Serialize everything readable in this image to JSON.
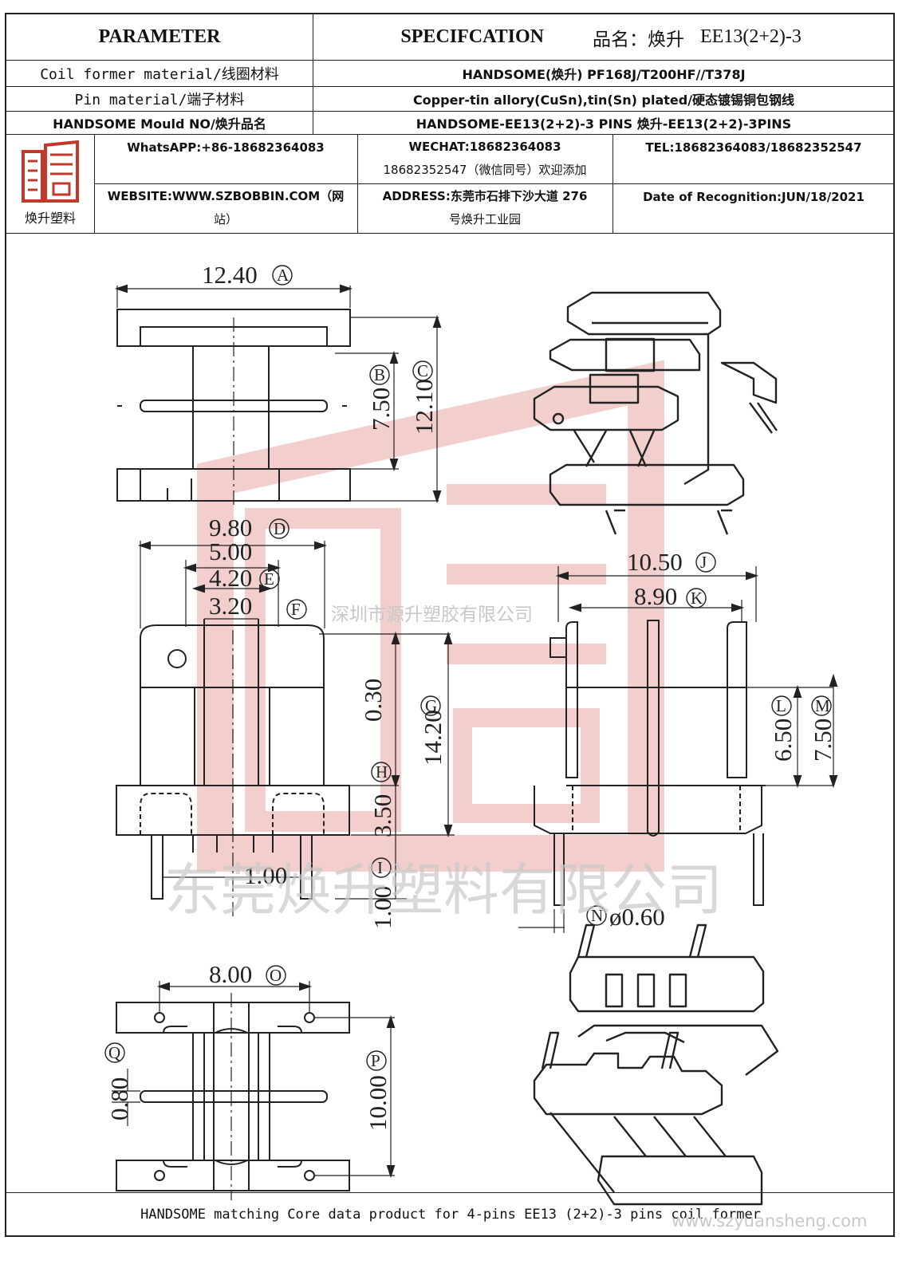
{
  "header": {
    "parameter": "PARAMETER",
    "specification": "SPECIFCATION",
    "product_name_label": "品名：焕升",
    "product_name": "EE13(2+2)-3"
  },
  "spec_rows": [
    {
      "label": "Coil former material/线圈材料",
      "value": "HANDSOME(焕升)   PF168J/T200HF//T378J"
    },
    {
      "label": "Pin material/端子材料",
      "value": "Copper-tin allory(CuSn),tin(Sn) plated/硬态镀锡铜包钢线"
    },
    {
      "label": "HANDSOME Mould NO/焕升品名",
      "value": "HANDSOME-EE13(2+2)-3 PINS    焕升-EE13(2+2)-3PINS"
    }
  ],
  "company": {
    "logo_caption": "焕升塑料",
    "logo_mark": "書",
    "whatsapp": "WhatsAPP:+86-18682364083",
    "wechat_line1": "WECHAT:18682364083",
    "wechat_line2": "18682352547（微信同号）欢迎添加",
    "tel": "TEL:18682364083/18682352547",
    "website_line1": "WEBSITE:WWW.SZBOBBIN.COM（网",
    "website_line2": "站）",
    "address_line1": "ADDRESS:东莞市石排下沙大道 276",
    "address_line2": "号焕升工业园",
    "date": "Date of Recognition:JUN/18/2021"
  },
  "dimensions": {
    "A": {
      "letter": "A",
      "value": "12.40"
    },
    "B": {
      "letter": "B",
      "value": "7.50"
    },
    "C": {
      "letter": "C",
      "value": "12.10"
    },
    "D": {
      "letter": "D",
      "value": "9.80"
    },
    "E": {
      "letter": "E",
      "value": "4.20"
    },
    "F": {
      "letter": "F",
      "value": "3.20"
    },
    "G": {
      "letter": "G",
      "value": "14.20"
    },
    "H": {
      "letter": "H",
      "value": "3.50"
    },
    "I": {
      "letter": "I",
      "value": "1.00"
    },
    "J": {
      "letter": "J",
      "value": "10.50"
    },
    "K": {
      "letter": "K",
      "value": "8.90"
    },
    "L": {
      "letter": "L",
      "value": "6.50"
    },
    "M": {
      "letter": "M",
      "value": "7.50"
    },
    "N": {
      "letter": "N",
      "value": "ø0.60"
    },
    "O": {
      "letter": "O",
      "value": "8.00"
    },
    "P": {
      "letter": "P",
      "value": "10.00"
    },
    "Q": {
      "letter": "Q",
      "value": "0.80"
    },
    "extra_500": "5.00",
    "extra_030": "0.30",
    "extra_100": "1.00"
  },
  "watermarks": {
    "company_small": "深圳市源升塑胶有限公司",
    "company_large": "东莞焕升塑料有限公司",
    "website": "www.szyuansheng.com"
  },
  "footer": "HANDSOME matching Core data  product for 4-pins EE13 (2+2)-3 pins coil former",
  "colors": {
    "line": "#222222",
    "watermark_red": "#e8a9a6",
    "logo_red": "#c0392b"
  }
}
